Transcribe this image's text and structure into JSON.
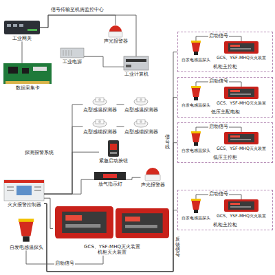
{
  "diagram": {
    "nodes": [
      {
        "text": [
          "工业网关"
        ]
      },
      {
        "text": [
          "工业电源"
        ]
      },
      {
        "text": [
          "数据采集卡"
        ]
      },
      {
        "text": [
          "声光报警器"
        ]
      },
      {
        "text": [
          "工业计算机"
        ]
      },
      {
        "text": [
          "点型感温探测器"
        ]
      },
      {
        "text": [
          "点型感温探测器"
        ]
      },
      {
        "text": [
          "点型感烟探测器"
        ]
      },
      {
        "text": [
          "点型感烟探测器"
        ]
      },
      {
        "text": [
          "紧急启动按钮"
        ]
      },
      {
        "text": [
          "放气指示灯"
        ]
      },
      {
        "text": [
          "声光报警器"
        ]
      },
      {
        "text": [
          "火灾报警控制器"
        ]
      },
      {
        "text": [
          "自发电感温探头"
        ]
      },
      {
        "text": [
          "GCS、YSF-MHQ灭火装置",
          "机柜灭火装置"
        ]
      },
      {
        "text": [
          "机柜主控柜"
        ]
      },
      {
        "text": [
          "自发电感温探头"
        ],
        "in": 15
      },
      {
        "text": [
          "GCS、YSF-MHQ灭火装置"
        ],
        "in": 15
      },
      {
        "text": [
          "低压主配电柜"
        ]
      },
      {
        "text": [
          "自发电感温探头"
        ],
        "in": 18
      },
      {
        "text": [
          "GCS、YSF-MHQ灭火装置"
        ],
        "in": 18
      },
      {
        "text": [
          "低压主控柜"
        ]
      },
      {
        "text": [
          "自发电感温探头"
        ],
        "in": 21
      },
      {
        "text": [
          "GCS、YSF-MHQ灭火装置"
        ],
        "in": 21
      },
      {
        "text": [
          "机柜主控柜"
        ]
      },
      {
        "text": [
          "自发电感温探头"
        ],
        "in": 24
      },
      {
        "text": [
          "GCS、YSF-MHQ灭火装置"
        ],
        "in": 24
      }
    ],
    "edges": [
      {
        "from": 0,
        "to": 3,
        "arrow": "none"
      },
      {
        "from": 0,
        "to": 4,
        "arrow": "none"
      },
      {
        "from": 2,
        "to": 0,
        "arrow": "none"
      },
      {
        "from": 1,
        "to": 4,
        "arrow": "none"
      },
      {
        "from": 12,
        "to": 5,
        "arrow": "none"
      },
      {
        "from": 5,
        "to": 6,
        "arrow": "none"
      },
      {
        "from": 12,
        "to": 7,
        "arrow": "none"
      },
      {
        "from": 7,
        "to": 8,
        "arrow": "none"
      },
      {
        "from": 12,
        "to": 9,
        "arrow": "none"
      },
      {
        "from": 12,
        "to": 10,
        "arrow": "none"
      },
      {
        "from": 10,
        "to": 11,
        "arrow": "none"
      },
      {
        "from": 12,
        "to": 14,
        "arrow": "none"
      },
      {
        "from": 13,
        "to": 14,
        "label": "启动信号",
        "arrow": "none"
      },
      {
        "from": 16,
        "to": 17,
        "label": "启动信号",
        "arrow": "none"
      },
      {
        "from": 19,
        "to": 20,
        "label": "启动信号",
        "arrow": "none"
      },
      {
        "from": 22,
        "to": 23,
        "label": "启动信号",
        "arrow": "none"
      },
      {
        "from": 25,
        "to": 26,
        "label": "启动信号",
        "arrow": "none"
      },
      {
        "from": 15,
        "to": 12,
        "arrow": "none"
      },
      {
        "from": 18,
        "to": 12,
        "arrow": "none"
      },
      {
        "from": 21,
        "to": 12,
        "arrow": "none"
      },
      {
        "from": 24,
        "to": 12,
        "arrow": "none"
      }
    ],
    "labels": [
      "信号传输至机房监控中心",
      "探测报警系统",
      "反馈信号",
      "信号线"
    ]
  }
}
